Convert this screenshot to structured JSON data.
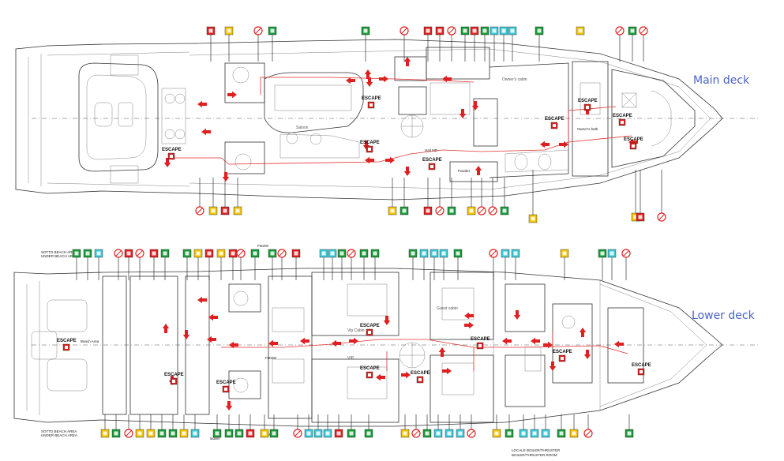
{
  "decks": {
    "main": {
      "title": "Main deck"
    },
    "lower": {
      "title": "Lower deck"
    }
  },
  "labels": {
    "escape": "ESCAPE",
    "saloon": "Saloon",
    "owners_cabin": "Owner's cabin",
    "owners_bath": "Owner's bath",
    "vip_cabin": "Vip Cabin",
    "vip": "VIP",
    "guest_cabin": "Guest cabin",
    "beach_area": "Beach Area",
    "hall_md": "Hall MD",
    "powder": "Powder",
    "fm200": "FM200",
    "ladder": "ladder",
    "sotto_beach": "SOTTO BEACH AREA",
    "under_beach": "UNDER BEACH AREA",
    "locale_boiler": "LOCALE BOILER/THRUSTER",
    "boiler_thruster": "BOILER/THRUSTER ROOM"
  },
  "legend": {
    "colors": {
      "green": "#1a9a3a",
      "red": "#e02020",
      "yellow": "#f2c300",
      "cyan": "#3cc8d8",
      "outline": "#333333"
    }
  }
}
